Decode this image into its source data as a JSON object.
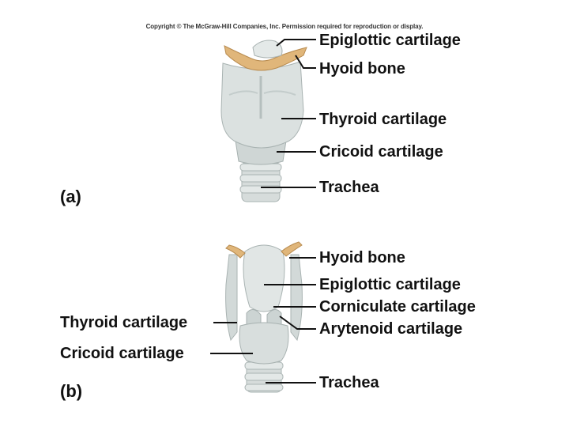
{
  "copyright": "Copyright © The McGraw-Hill Companies, Inc. Permission required for reproduction or display.",
  "panel_a": {
    "letter": "(a)",
    "labels": {
      "epiglottic": "Epiglottic cartilage",
      "hyoid": "Hyoid bone",
      "thyroid": "Thyroid cartilage",
      "cricoid": "Cricoid cartilage",
      "trachea": "Trachea"
    }
  },
  "panel_b": {
    "letter": "(b)",
    "labels": {
      "hyoid": "Hyoid bone",
      "epiglottic": "Epiglottic cartilage",
      "corniculate": "Corniculate cartilage",
      "arytenoid": "Arytenoid cartilage",
      "thyroid": "Thyroid cartilage",
      "cricoid": "Cricoid cartilage",
      "trachea": "Trachea"
    }
  },
  "colors": {
    "cartilage": "#d9dfde",
    "cartilage_shadow": "#b9c3c2",
    "bone": "#e0b67a",
    "leader": "#111111"
  }
}
